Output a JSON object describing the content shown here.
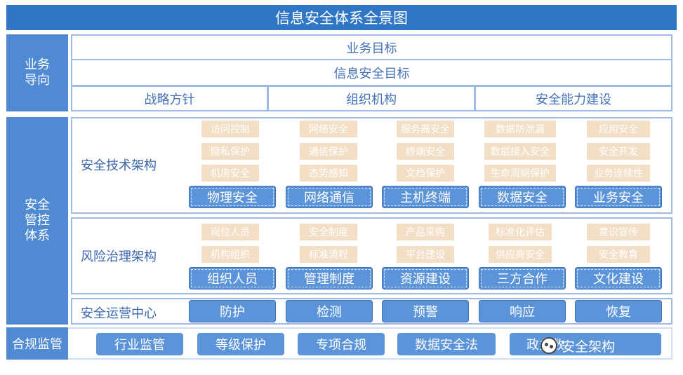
{
  "title": "信息安全体系全景图",
  "orientation": {
    "label": "业务导向",
    "label_lines": [
      "业务",
      "导向"
    ],
    "business_goal": "业务目标",
    "security_goal": "信息安全目标",
    "strategy": [
      "战略方针",
      "组织机构",
      "安全能力建设"
    ]
  },
  "management": {
    "label_lines": [
      "安全",
      "管控",
      "体系"
    ],
    "tech": {
      "label": "安全技术架构",
      "columns": [
        {
          "tags": [
            "访问控制",
            "隐私保护",
            "机房安全"
          ],
          "pill": "物理安全"
        },
        {
          "tags": [
            "网络安全",
            "通信保护",
            "态势感知"
          ],
          "pill": "网络通信"
        },
        {
          "tags": [
            "服务器安全",
            "终端安全",
            "文档保护"
          ],
          "pill": "主机终端"
        },
        {
          "tags": [
            "数据防泄漏",
            "数据接入安全",
            "生命周期保护"
          ],
          "pill": "数据安全"
        },
        {
          "tags": [
            "应用安全",
            "安全开发",
            "业务连续性"
          ],
          "pill": "业务安全"
        }
      ]
    },
    "risk": {
      "label": "风险治理架构",
      "columns": [
        {
          "tags": [
            "岗位人员",
            "机构组织"
          ],
          "pill": "组织人员"
        },
        {
          "tags": [
            "安全制度",
            "标准流程"
          ],
          "pill": "管理制度"
        },
        {
          "tags": [
            "产品采购",
            "平台建设"
          ],
          "pill": "资源建设"
        },
        {
          "tags": [
            "标准化评估",
            "供应商安全"
          ],
          "pill": "三方合作"
        },
        {
          "tags": [
            "意识宣传",
            "安全教育"
          ],
          "pill": "文化建设"
        }
      ]
    },
    "ops": {
      "label": "安全运营中心",
      "items": [
        "防护",
        "检测",
        "预警",
        "响应",
        "恢复"
      ]
    }
  },
  "compliance": {
    "label": "合规监管",
    "items": [
      "行业监管",
      "等级保护",
      "专项合规",
      "数据安全法",
      "政务数"
    ]
  },
  "watermark": "安全架构",
  "colors": {
    "title_bg": "#2f76c6",
    "side_bg": "#4f8ad3",
    "pill_bg": "#5c94d9",
    "tag_bg": "#f2dfc6",
    "border": "#9dbbe5",
    "text_blue": "#3a67ad"
  }
}
